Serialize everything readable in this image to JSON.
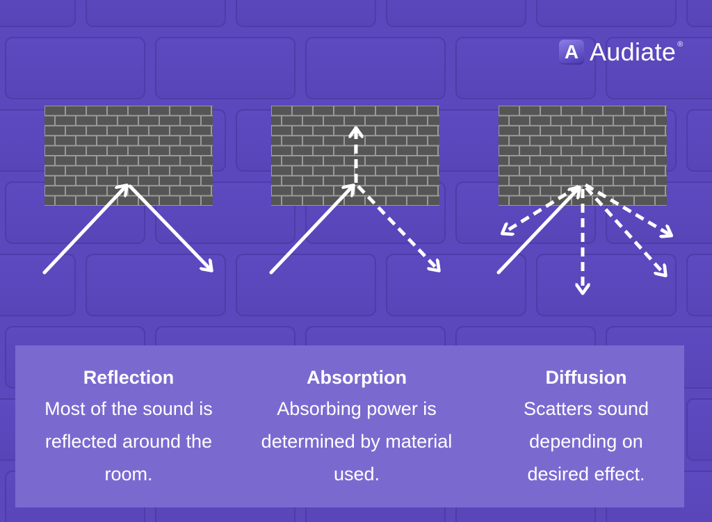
{
  "brand": {
    "logo_letter": "A",
    "name": "Audiate",
    "registered": "®"
  },
  "colors": {
    "background": "#5b48bd",
    "brick_wall": "#555555",
    "mortar": "#9a9a9a",
    "caption_panel": "#7a6ad0",
    "arrows": "#ffffff"
  },
  "diagrams": [
    {
      "id": "reflection",
      "title": "Reflection",
      "description": "Most of the sound is reflected around the room.",
      "incoming": "solid",
      "outgoing": [
        "solid"
      ]
    },
    {
      "id": "absorption",
      "title": "Absorption",
      "description": "Absorbing power is determined by material used.",
      "incoming": "solid",
      "outgoing": [
        "dashed-up",
        "dashed-reflect"
      ]
    },
    {
      "id": "diffusion",
      "title": "Diffusion",
      "description": "Scatters sound depending on desired effect.",
      "incoming": "solid",
      "outgoing": [
        "dashed",
        "dashed",
        "dashed",
        "dashed"
      ]
    }
  ]
}
